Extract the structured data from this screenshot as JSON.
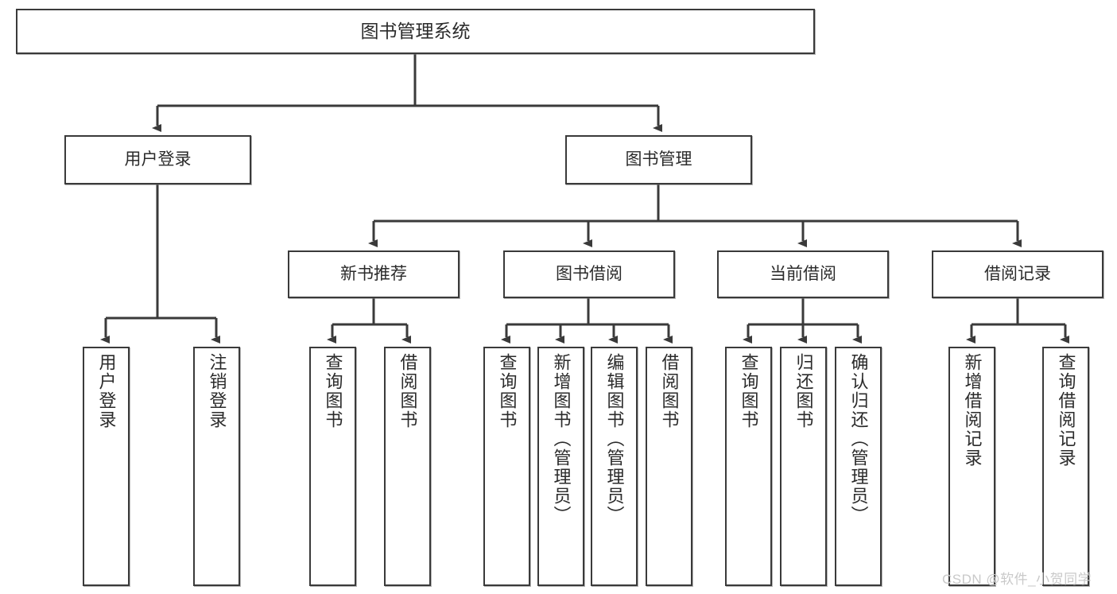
{
  "diagram": {
    "type": "tree",
    "title": "图书管理系统",
    "root": {
      "id": "root",
      "label": "图书管理系统"
    },
    "level2": [
      {
        "id": "user-login",
        "label": "用户登录"
      },
      {
        "id": "book-manage",
        "label": "图书管理"
      }
    ],
    "level3": [
      {
        "id": "new-book-rec",
        "label": "新书推荐"
      },
      {
        "id": "book-borrow",
        "label": "图书借阅"
      },
      {
        "id": "current-borrow",
        "label": "当前借阅"
      },
      {
        "id": "borrow-record",
        "label": "借阅记录"
      }
    ],
    "leaves": [
      {
        "id": "leaf-user-login",
        "label": "用户登录",
        "parent": "user-login"
      },
      {
        "id": "leaf-user-logout",
        "label": "注销登录",
        "parent": "user-login"
      },
      {
        "id": "leaf-query-book-1",
        "label": "查询图书",
        "parent": "new-book-rec"
      },
      {
        "id": "leaf-borrow-book-1",
        "label": "借阅图书",
        "parent": "new-book-rec"
      },
      {
        "id": "leaf-query-book-2",
        "label": "查询图书",
        "parent": "book-borrow"
      },
      {
        "id": "leaf-add-book",
        "label": "新增图书（管理员）",
        "parent": "book-borrow"
      },
      {
        "id": "leaf-edit-book",
        "label": "编辑图书（管理员）",
        "parent": "book-borrow"
      },
      {
        "id": "leaf-borrow-book-2",
        "label": "借阅图书",
        "parent": "book-borrow"
      },
      {
        "id": "leaf-query-book-3",
        "label": "查询图书",
        "parent": "current-borrow"
      },
      {
        "id": "leaf-return-book",
        "label": "归还图书",
        "parent": "current-borrow"
      },
      {
        "id": "leaf-confirm-return",
        "label": "确认归还（管理员）",
        "parent": "current-borrow"
      },
      {
        "id": "leaf-add-record",
        "label": "新增借阅记录",
        "parent": "borrow-record"
      },
      {
        "id": "leaf-query-record",
        "label": "查询借阅记录",
        "parent": "borrow-record"
      }
    ],
    "colors": {
      "box_border": "#3a3a3a",
      "box_fill": "#ffffff",
      "connector": "#3a3a3a",
      "text": "#2b2b2b",
      "watermark": "#c9c9c9",
      "background": "#ffffff"
    }
  },
  "watermark": {
    "text": "CSDN @软件_小贺同学"
  }
}
